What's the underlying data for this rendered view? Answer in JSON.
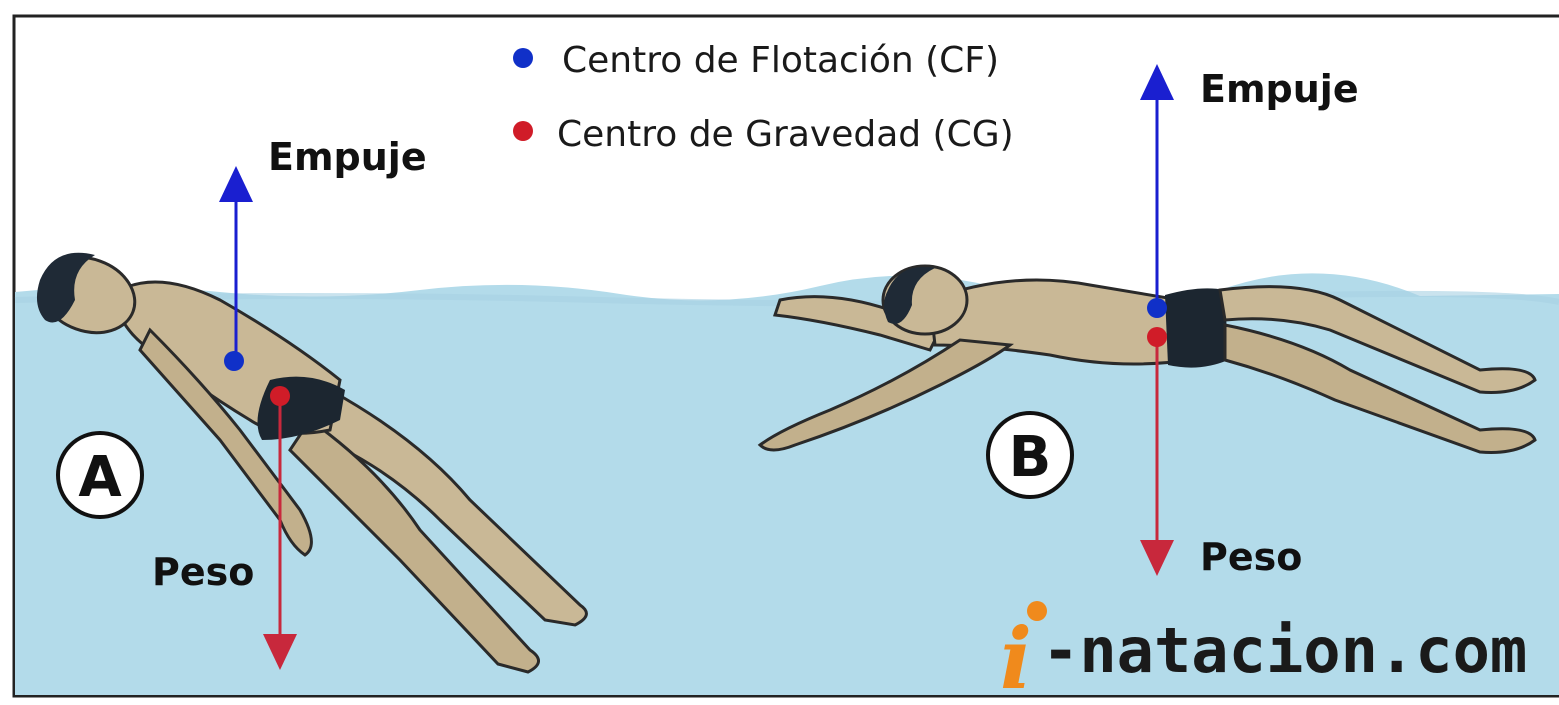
{
  "legend": {
    "cf_label": "Centro de Flotación (CF)",
    "cg_label": "Centro de Gravedad (CG)",
    "cf_color": "#1030c8",
    "cg_color": "#d01c28"
  },
  "panel_a": {
    "letter": "A",
    "buoyancy_label": "Empuje",
    "weight_label": "Peso"
  },
  "panel_b": {
    "letter": "B",
    "buoyancy_label": "Empuje",
    "weight_label": "Peso"
  },
  "logo": {
    "text": "-natacion.com",
    "letter": "i",
    "accent_color": "#f08a1c"
  },
  "colors": {
    "water": "#b3dbea",
    "buoyancy_arrow": "#1a1fd0",
    "weight_arrow": "#c8283c",
    "skin": "#c9b896",
    "swimsuit": "#1c2630"
  }
}
